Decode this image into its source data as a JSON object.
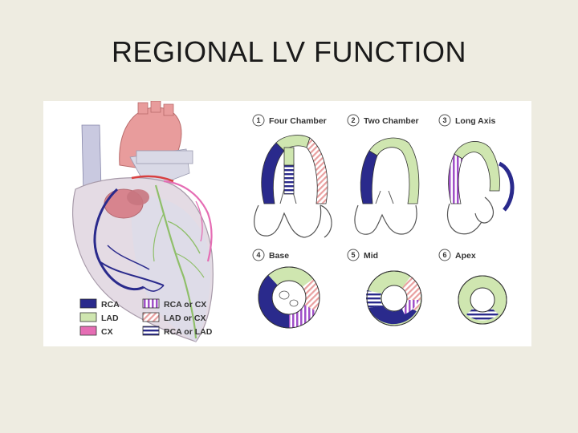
{
  "slide": {
    "title": "REGIONAL LV FUNCTION"
  },
  "colors": {
    "rca": "#2a2a8c",
    "lad": "#cfe6b0",
    "cx": "#e56db4",
    "rca_cx_stripe": "#a050c8",
    "lad_cx_stripe": "#e9a0a0",
    "rca_lad_stripe": "#2a2a8c",
    "background": "#eeece1"
  },
  "views": [
    {
      "number": "1",
      "label": "Four Chamber"
    },
    {
      "number": "2",
      "label": "Two Chamber"
    },
    {
      "number": "3",
      "label": "Long Axis"
    },
    {
      "number": "4",
      "label": "Base"
    },
    {
      "number": "5",
      "label": "Mid"
    },
    {
      "number": "6",
      "label": "Apex"
    }
  ],
  "legend": [
    {
      "label": "RCA",
      "icon": "solid-swatch"
    },
    {
      "label": "RCA or CX",
      "icon": "vertical-stripe-swatch"
    },
    {
      "label": "LAD",
      "icon": "solid-swatch"
    },
    {
      "label": "LAD or CX",
      "icon": "diagonal-stripe-swatch"
    },
    {
      "label": "CX",
      "icon": "solid-swatch"
    },
    {
      "label": "RCA or LAD",
      "icon": "horizontal-stripe-swatch"
    }
  ]
}
